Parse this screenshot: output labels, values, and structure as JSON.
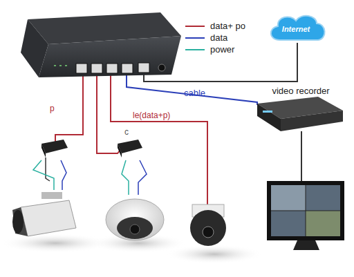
{
  "diagram": {
    "nodes": [
      {
        "text": [
          "Internet"
        ]
      },
      {
        "text": [
          "video recorder"
        ]
      }
    ],
    "labels": [
      "cable",
      "p",
      "le(data+p)",
      "c"
    ],
    "legend": [
      {
        "text": "data+ po"
      },
      {
        "text": "data"
      },
      {
        "text": "power"
      }
    ]
  }
}
